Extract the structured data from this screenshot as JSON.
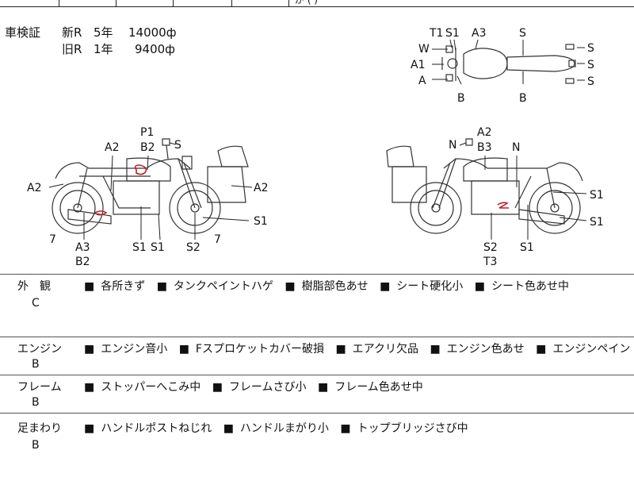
{
  "header": {
    "top_fragment": "が ( )",
    "registration_label": "車検証",
    "rows": [
      {
        "type": "新R",
        "years": "5年",
        "price": "14000ф"
      },
      {
        "type": "旧R",
        "years": "1年",
        "price": "9400ф"
      }
    ]
  },
  "diagram_labels": {
    "top": {
      "T1": "T1",
      "S1": "S1",
      "A3": "A3",
      "S_top": "S",
      "W": "W",
      "A1": "A1",
      "A": "A",
      "B_left": "B",
      "B_right": "B",
      "S_r1": "S",
      "S_r2": "S",
      "S_r3": "S"
    },
    "left": {
      "P1": "P1",
      "B2": "B2",
      "S": "S",
      "A2_top": "A2",
      "A2_left": "A2",
      "A2_right": "A2",
      "seven_l": "7",
      "seven_r": "7",
      "A3": "A3",
      "B2_bottom": "B2",
      "S1a": "S1",
      "S1b": "S1",
      "S2": "S2",
      "S1_right": "S1"
    },
    "right": {
      "A2": "A2",
      "N": "N",
      "B3": "B3",
      "N2": "N",
      "S1a": "S1",
      "S1b": "S1",
      "S2": "S2",
      "T3": "T3",
      "S1c": "S1"
    }
  },
  "square": "■",
  "sections": [
    {
      "category": "外　観",
      "grade": "C",
      "items": [
        "各所きず",
        "タンクペイントハゲ",
        "樹脂部色あせ",
        "シート硬化小",
        "シート色あせ中"
      ]
    },
    {
      "category": "エンジン",
      "grade": "B",
      "items": [
        "エンジン音小",
        "Fスプロケットカバー破損",
        "エアクリ欠品",
        "エンジン色あせ",
        "エンジンペイントはげ"
      ]
    },
    {
      "category": "フレーム",
      "grade": "B",
      "items": [
        "ストッパーへこみ中",
        "フレームさび小",
        "フレーム色あせ中"
      ]
    },
    {
      "category": "足まわり",
      "grade": "B",
      "items": [
        "ハンドルポストねじれ",
        "ハンドルまがり小",
        "トップブリッジさび中"
      ]
    }
  ]
}
